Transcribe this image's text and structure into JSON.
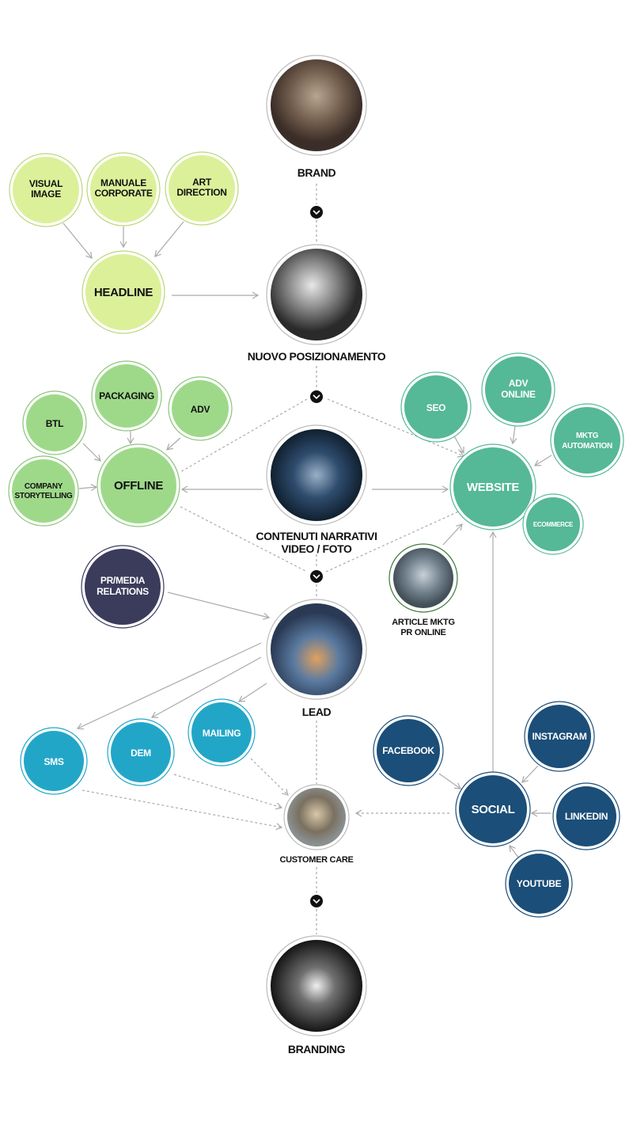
{
  "colors": {
    "lime": "#dcf09a",
    "green": "#9ed98a",
    "teal": "#55b896",
    "navy": "#3b3b5c",
    "cyan": "#22a6c8",
    "blue": "#1b4e78"
  },
  "main_flow": {
    "brand": "BRAND",
    "nuovo": "NUOVO POSIZIONAMENTO",
    "contenuti_1": "CONTENUTI NARRATIVI",
    "contenuti_2": "VIDEO / FOTO",
    "lead": "LEAD",
    "customer_care": "CUSTOMER CARE",
    "branding": "BRANDING"
  },
  "identity": {
    "visual": [
      "VISUAL",
      "IMAGE"
    ],
    "manuale": [
      "MANUALE",
      "CORPORATE"
    ],
    "art": [
      "ART",
      "DIRECTION"
    ],
    "headline": "HEADLINE"
  },
  "offline": {
    "packaging": "PACKAGING",
    "adv": "ADV",
    "btl": "BTL",
    "company": [
      "COMPANY",
      "STORYTELLING"
    ],
    "hub": "OFFLINE"
  },
  "online": {
    "seo": "SEO",
    "adv_online": [
      "ADV",
      "ONLINE"
    ],
    "mktg": [
      "MKTG",
      "AUTOMATION"
    ],
    "hub": "WEBSITE",
    "ecommerce": "ECOMMERCE",
    "article": [
      "ARTICLE MKTG",
      "PR ONLINE"
    ]
  },
  "pr": [
    "PR/MEDIA",
    "RELATIONS"
  ],
  "direct": {
    "sms": "SMS",
    "dem": "DEM",
    "mailing": "MAILING"
  },
  "social": {
    "facebook": "FACEBOOK",
    "instagram": "INSTAGRAM",
    "hub": "SOCIAL",
    "linkedin": "LINKEDIN",
    "youtube": "YOUTUBE"
  }
}
